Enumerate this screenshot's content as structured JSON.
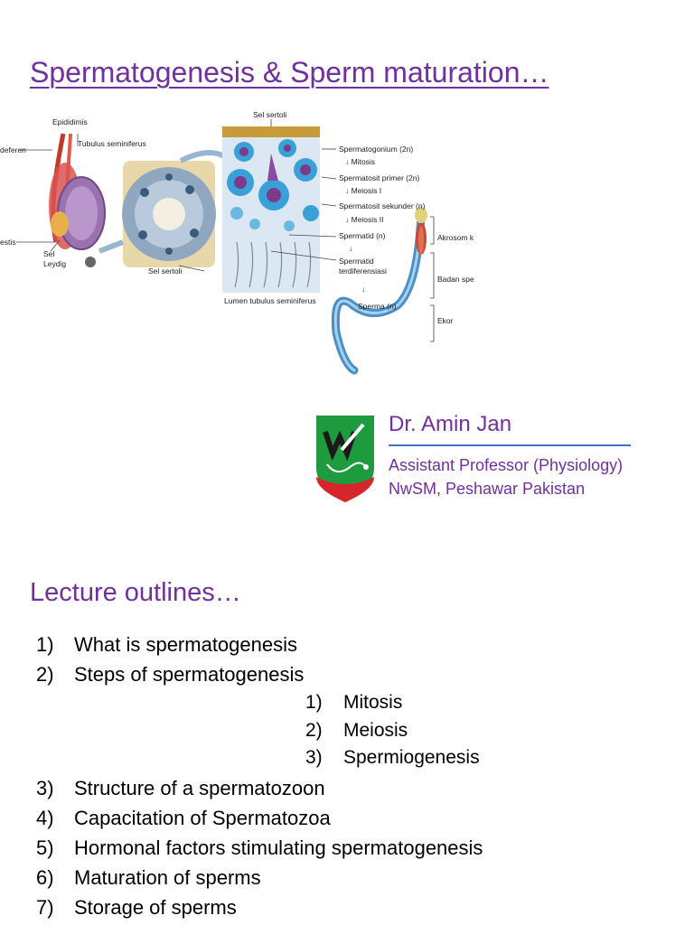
{
  "slide": {
    "title": "Spermatogenesis & Sperm maturation…"
  },
  "figure": {
    "labels": {
      "epididimis": "Epididimis",
      "deferen": "deferen",
      "tubulus": "Tubulus seminiferus",
      "testis": "estis",
      "sel": "Sel",
      "leydig": "Leydig",
      "sel_sertoli_bottom": "Sel sertoli",
      "sel_sertoli_top": "Sel sertoli",
      "spermatogonium": "Spermatogonium (2n)",
      "mitosis": "↓ Mitosis",
      "spermatosit_primer": "Spermatosit primer (2n)",
      "meiosis_1": "↓ Meiosis I",
      "spermatosit_sekunder": "Spermatosit sekunder (n)",
      "meiosis_2": "↓ Meiosis II",
      "spermatid": "Spermatid (n)",
      "arrow_1": "↓",
      "spermatid_tdf_1": "Spermatid",
      "spermatid_tdf_2": "terdiferensiasi",
      "arrow_2": "↓",
      "sperma": "Sperma (n)",
      "lumen": "Lumen tubulus seminiferus",
      "akrosom": "Akrosom k",
      "badan": "Badan spe",
      "ekor": "Ekor"
    }
  },
  "author": {
    "name": "Dr. Amin Jan",
    "position": "Assistant Professor (Physiology)",
    "affiliation": "NwSM, Peshawar Pakistan"
  },
  "outline": {
    "heading": "Lecture outlines…",
    "items": [
      {
        "num": "1)",
        "text": "What is spermatogenesis"
      },
      {
        "num": "2)",
        "text": "Steps of spermatogenesis"
      },
      {
        "num": "1)",
        "text": "Mitosis"
      },
      {
        "num": "2)",
        "text": "Meiosis"
      },
      {
        "num": "3)",
        "text": "Spermiogenesis"
      },
      {
        "num": "3)",
        "text": "Structure of a spermatozoon"
      },
      {
        "num": "4)",
        "text": "Capacitation of Spermatozoa"
      },
      {
        "num": "5)",
        "text": "Hormonal factors stimulating spermatogenesis"
      },
      {
        "num": "6)",
        "text": "Maturation of sperms"
      },
      {
        "num": "7)",
        "text": "Storage of sperms"
      }
    ]
  },
  "colors": {
    "title": "#7030A0",
    "rule": "#4472C4",
    "logo_green": "#1E9B3E",
    "logo_red": "#D7262B"
  }
}
